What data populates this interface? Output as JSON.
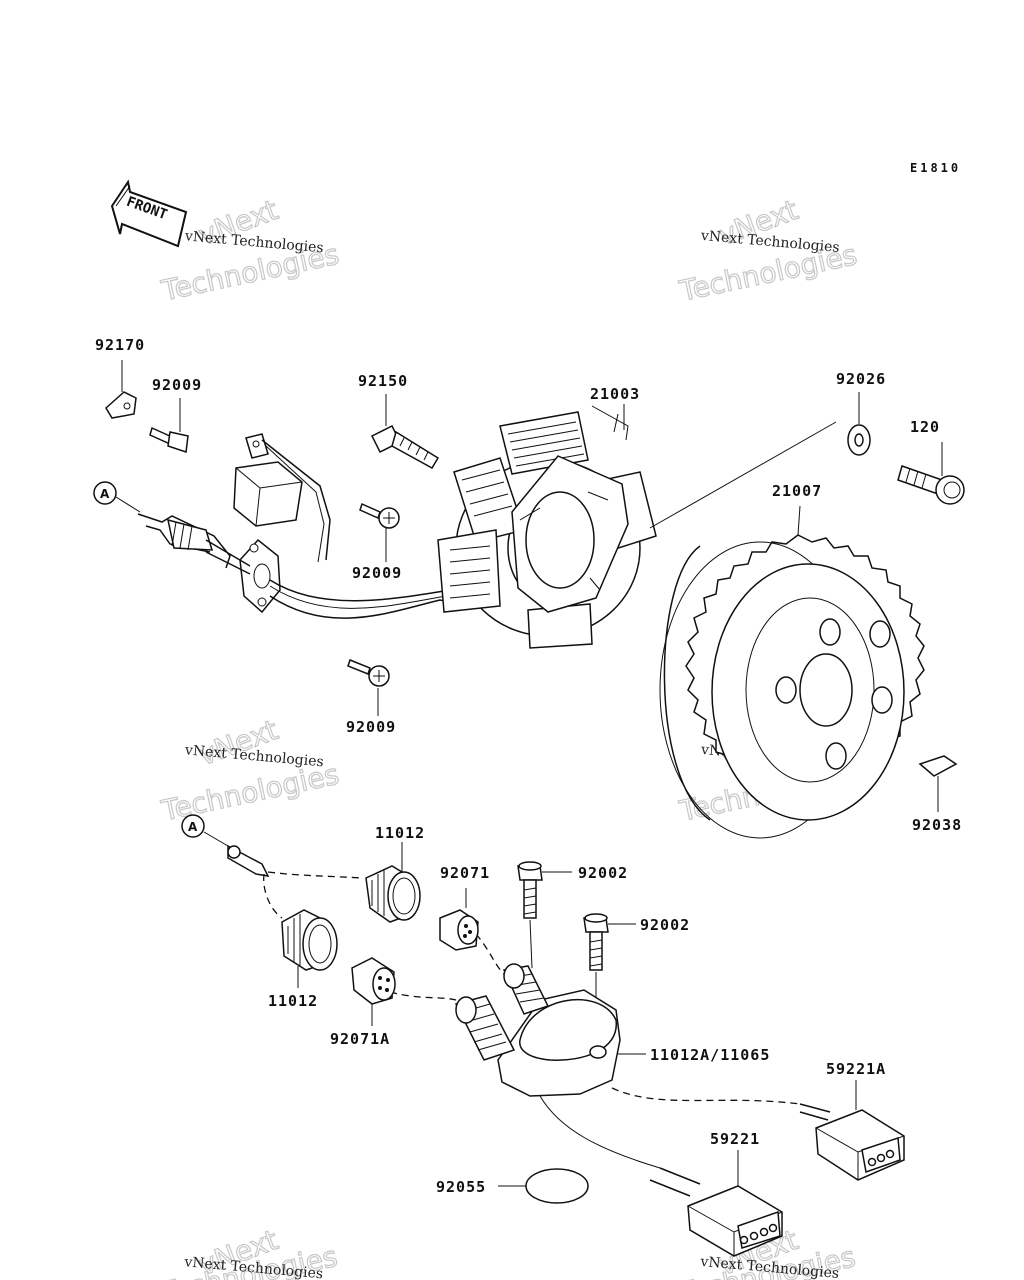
{
  "diagram_code": "E1810",
  "front_label": "FRONT",
  "watermark": {
    "line1": "vNext Technologies",
    "big_a": "vNext",
    "big_b": "Technologies"
  },
  "ref_marker": "A",
  "parts": {
    "p92170": "92170",
    "p92009_a": "92009",
    "p92150": "92150",
    "p21003": "21003",
    "p92026": "92026",
    "p120": "120",
    "p21007": "21007",
    "p92009_b": "92009",
    "p92009_c": "92009",
    "p92038": "92038",
    "p11012_a": "11012",
    "p11012_b": "11012",
    "p92071": "92071",
    "p92071A": "92071A",
    "p92002_a": "92002",
    "p92002_b": "92002",
    "p11012A": "11012A/11065",
    "p59221A": "59221A",
    "p59221": "59221",
    "p92055": "92055"
  }
}
